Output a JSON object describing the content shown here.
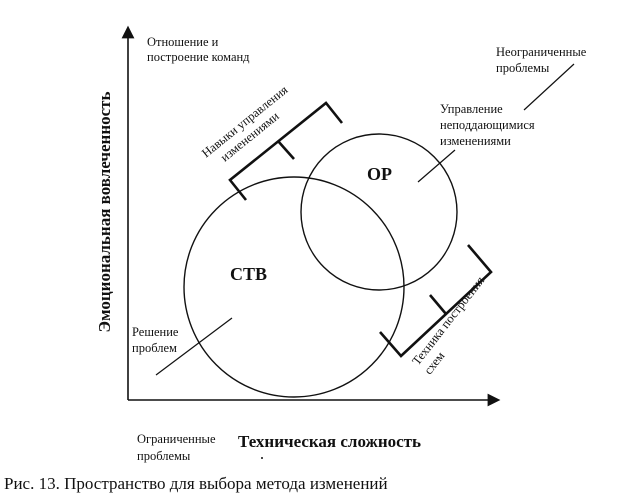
{
  "axes": {
    "y_label": "Эмоциональная вовлеченность",
    "x_label": "Техническая сложность"
  },
  "corners": {
    "top_left": [
      "Отношение и",
      "построение команд"
    ],
    "top_right": [
      "Неограниченные",
      "проблемы"
    ],
    "bottom_left": [
      "Ограниченные",
      "проблемы"
    ]
  },
  "circles": {
    "large": "СТВ",
    "small": "ОР"
  },
  "annotations": {
    "skills": [
      "Навыки управления",
      "изменениями"
    ],
    "unmanageable": [
      "Управление",
      "неподдающимися",
      "изменениями"
    ],
    "problem_solving": [
      "Решение",
      "проблем"
    ],
    "schema": [
      "Техника построения",
      "схем"
    ]
  },
  "caption": "Рис. 13. Пространство для выбора метода изменений"
}
